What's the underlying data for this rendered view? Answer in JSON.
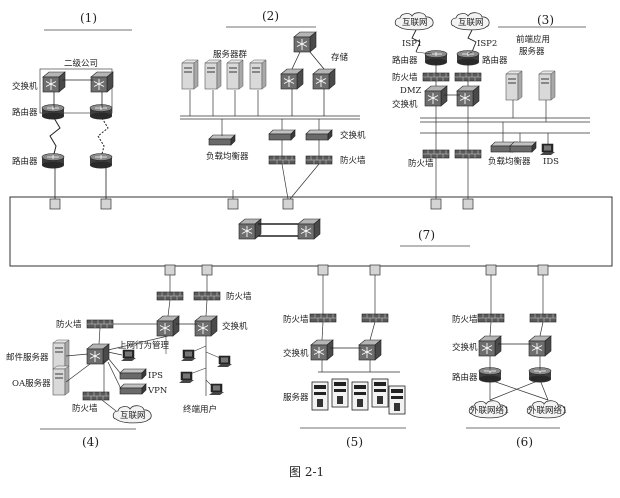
{
  "figure": {
    "caption": "图 2-1",
    "sections": [
      "(1)",
      "(2)",
      "(3)",
      "(4)",
      "(5)",
      "(6)",
      "(7)"
    ]
  },
  "labels": {
    "branch_company": "二级公司",
    "switch": "交换机",
    "router": "路由器",
    "server_cluster": "服务器群",
    "storage": "存储",
    "load_balancer": "负载均衡器",
    "firewall": "防火墙",
    "internet": "互联网",
    "isp1": "ISP1",
    "isp2": "ISP2",
    "frontend_server": "前端应用服务器",
    "dmz_switch": "DMZ交换机",
    "ids": "IDS",
    "mail_server": "邮件服务器",
    "oa_server": "OA服务器",
    "behavior_mgmt": "上网行为管理",
    "ips": "IPS",
    "vpn": "VPN",
    "terminal_users": "终端用户",
    "servers": "服务器",
    "extranet1": "外联网络1",
    "extranet2": "外联网络1"
  }
}
